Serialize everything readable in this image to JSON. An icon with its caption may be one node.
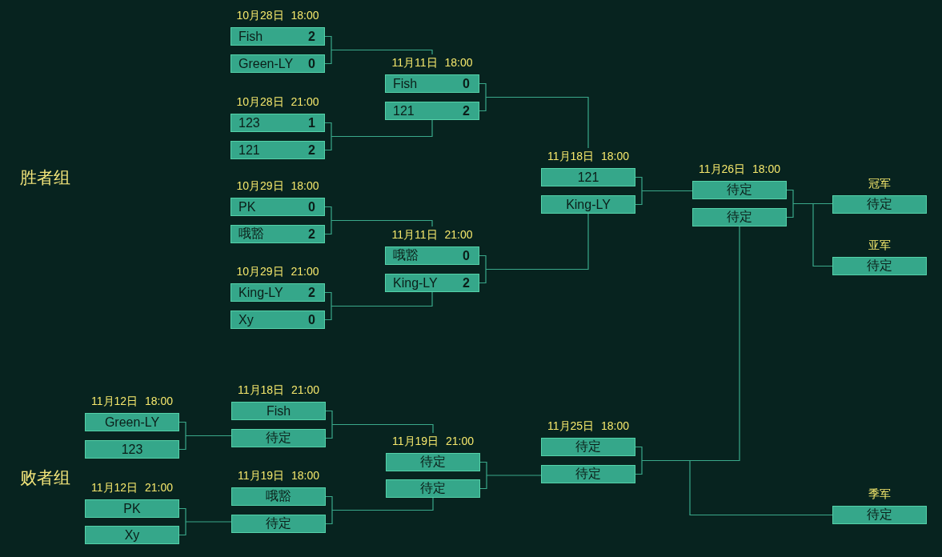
{
  "diagram": {
    "nodes": [
      {
        "text": [
          "Fish",
          "2"
        ],
        "beside": [
          "10月28日 18:00"
        ]
      },
      {
        "text": [
          "Green-LY",
          "0"
        ]
      },
      {
        "text": [
          "123",
          "1"
        ],
        "beside": [
          "10月28日 21:00"
        ]
      },
      {
        "text": [
          "121",
          "2"
        ]
      },
      {
        "text": [
          "PK",
          "0"
        ],
        "beside": [
          "10月29日 18:00"
        ]
      },
      {
        "text": [
          "哦豁",
          "2"
        ]
      },
      {
        "text": [
          "King-LY",
          "2"
        ],
        "beside": [
          "10月29日 21:00"
        ]
      },
      {
        "text": [
          "Xy",
          "0"
        ]
      },
      {
        "text": [
          "Fish",
          "0"
        ],
        "beside": [
          "11月11日 18:00"
        ]
      },
      {
        "text": [
          "121",
          "2"
        ]
      },
      {
        "text": [
          "哦豁",
          "0"
        ],
        "beside": [
          "11月11日 21:00"
        ]
      },
      {
        "text": [
          "King-LY",
          "2"
        ]
      },
      {
        "text": [
          "121"
        ],
        "beside": [
          "11月18日 18:00"
        ]
      },
      {
        "text": [
          "King-LY"
        ]
      },
      {
        "text": [
          "待定"
        ],
        "beside": [
          "11月26日 18:00"
        ]
      },
      {
        "text": [
          "待定"
        ]
      },
      {
        "text": [
          "待定"
        ],
        "beside": [
          "冠军"
        ]
      },
      {
        "text": [
          "待定"
        ],
        "beside": [
          "亚军"
        ]
      },
      {
        "text": [
          "Green-LY"
        ],
        "beside": [
          "11月12日 18:00"
        ]
      },
      {
        "text": [
          "123"
        ]
      },
      {
        "text": [
          "PK"
        ],
        "beside": [
          "11月12日 21:00"
        ]
      },
      {
        "text": [
          "Xy"
        ]
      },
      {
        "text": [
          "Fish"
        ],
        "beside": [
          "11月18日 21:00"
        ]
      },
      {
        "text": [
          "待定"
        ]
      },
      {
        "text": [
          "哦豁"
        ],
        "beside": [
          "11月19日 18:00"
        ]
      },
      {
        "text": [
          "待定"
        ]
      },
      {
        "text": [
          "待定"
        ],
        "beside": [
          "11月19日 21:00"
        ]
      },
      {
        "text": [
          "待定"
        ]
      },
      {
        "text": [
          "待定"
        ],
        "beside": [
          "11月25日 18:00"
        ]
      },
      {
        "text": [
          "待定"
        ]
      },
      {
        "text": [
          "待定"
        ],
        "beside": [
          "季军"
        ]
      }
    ],
    "edges": [
      {
        "from": 0,
        "to": 8,
        "arrow": "none"
      },
      {
        "from": 1,
        "to": 8,
        "arrow": "none"
      },
      {
        "from": 2,
        "to": 9,
        "arrow": "none"
      },
      {
        "from": 3,
        "to": 9,
        "arrow": "none"
      },
      {
        "from": 4,
        "to": 10,
        "arrow": "none"
      },
      {
        "from": 5,
        "to": 10,
        "arrow": "none"
      },
      {
        "from": 6,
        "to": 11,
        "arrow": "none"
      },
      {
        "from": 7,
        "to": 11,
        "arrow": "none"
      },
      {
        "from": 8,
        "to": 12,
        "arrow": "none"
      },
      {
        "from": 9,
        "to": 12,
        "arrow": "none"
      },
      {
        "from": 10,
        "to": 13,
        "arrow": "none"
      },
      {
        "from": 11,
        "to": 13,
        "arrow": "none"
      },
      {
        "from": 12,
        "to": 14,
        "arrow": "none"
      },
      {
        "from": 13,
        "to": 14,
        "arrow": "none"
      },
      {
        "from": 14,
        "to": 16,
        "arrow": "none"
      },
      {
        "from": 15,
        "to": 16,
        "arrow": "none"
      },
      {
        "from": 14,
        "to": 17,
        "arrow": "none"
      },
      {
        "from": 15,
        "to": 17,
        "arrow": "none"
      },
      {
        "from": 18,
        "to": 23,
        "arrow": "none"
      },
      {
        "from": 19,
        "to": 23,
        "arrow": "none"
      },
      {
        "from": 20,
        "to": 25,
        "arrow": "none"
      },
      {
        "from": 21,
        "to": 25,
        "arrow": "none"
      },
      {
        "from": 22,
        "to": 26,
        "arrow": "none"
      },
      {
        "from": 23,
        "to": 26,
        "arrow": "none"
      },
      {
        "from": 24,
        "to": 27,
        "arrow": "none"
      },
      {
        "from": 25,
        "to": 27,
        "arrow": "none"
      },
      {
        "from": 26,
        "to": 29,
        "arrow": "none"
      },
      {
        "from": 27,
        "to": 29,
        "arrow": "none"
      },
      {
        "from": 28,
        "to": 15,
        "arrow": "none"
      },
      {
        "from": 29,
        "to": 15,
        "arrow": "none"
      },
      {
        "from": 28,
        "to": 30,
        "arrow": "none"
      },
      {
        "from": 29,
        "to": 30,
        "arrow": "none"
      }
    ],
    "labels": [
      "胜者组",
      "败者组"
    ]
  }
}
